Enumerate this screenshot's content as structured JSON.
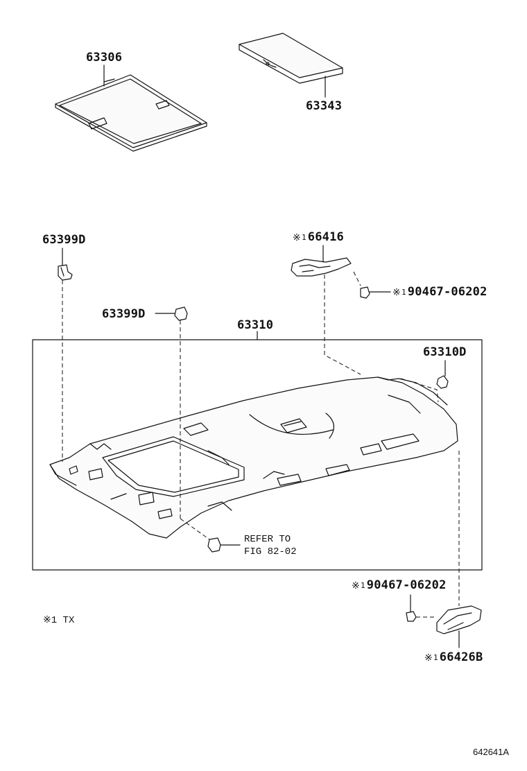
{
  "parts": {
    "p63306": "63306",
    "p63343": "63343",
    "p63399d_a": "63399D",
    "p63399d_b": "63399D",
    "p66416": "66416",
    "p90467_a": "90467-06202",
    "p63310": "63310",
    "p63310d": "63310D",
    "p90467_b": "90467-06202",
    "p66426b": "66426B"
  },
  "marks": {
    "ref_symbol": "※",
    "ref_index": "1"
  },
  "refer_note": {
    "line1": "REFER TO",
    "line2": "FIG 82-02"
  },
  "footnote": {
    "symbol": "※1",
    "text": "TX"
  },
  "figure_code": "642641A"
}
